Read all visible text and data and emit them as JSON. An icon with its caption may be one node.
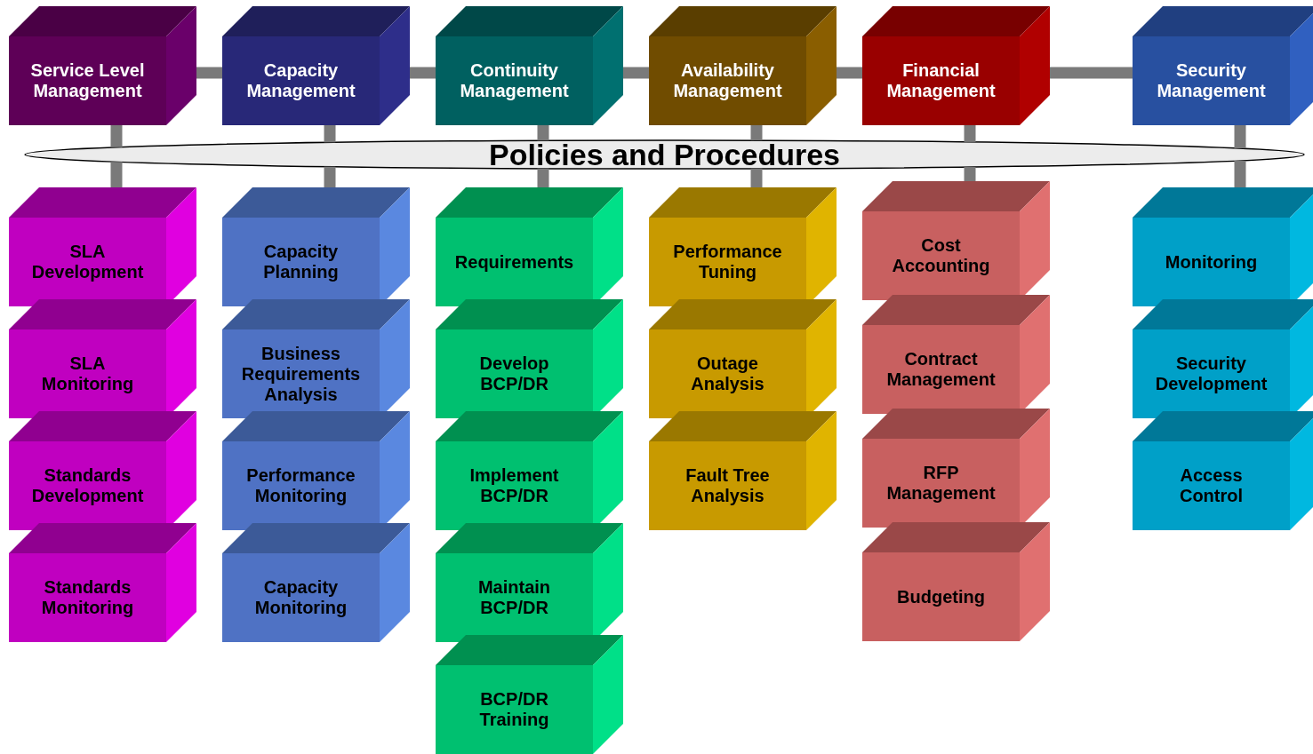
{
  "diagram": {
    "nodes": [
      {
        "text": [
          "Service Level Management"
        ]
      },
      {
        "text": [
          "Capacity Management"
        ]
      },
      {
        "text": [
          "Continuity Management"
        ]
      },
      {
        "text": [
          "Availability Management"
        ]
      },
      {
        "text": [
          "Financial Management"
        ]
      },
      {
        "text": [
          "Security Management"
        ]
      },
      {
        "text": [
          "Policies and Procedures"
        ]
      },
      {
        "text": [
          "SLA Development"
        ]
      },
      {
        "text": [
          "SLA Monitoring"
        ]
      },
      {
        "text": [
          "Standards Development"
        ]
      },
      {
        "text": [
          "Standards Monitoring"
        ]
      },
      {
        "text": [
          "Capacity Planning"
        ]
      },
      {
        "text": [
          "Business Requirements Analysis"
        ]
      },
      {
        "text": [
          "Performance Monitoring"
        ]
      },
      {
        "text": [
          "Capacity Monitoring"
        ]
      },
      {
        "text": [
          "Requirements"
        ]
      },
      {
        "text": [
          "Develop BCP/DR"
        ]
      },
      {
        "text": [
          "Implement BCP/DR"
        ]
      },
      {
        "text": [
          "Maintain BCP/DR"
        ]
      },
      {
        "text": [
          "BCP/DR Training"
        ]
      },
      {
        "text": [
          "Performance Tuning"
        ]
      },
      {
        "text": [
          "Outage Analysis"
        ]
      },
      {
        "text": [
          "Fault Tree Analysis"
        ]
      },
      {
        "text": [
          "Cost Accounting"
        ]
      },
      {
        "text": [
          "Contract Management"
        ]
      },
      {
        "text": [
          "RFP Management"
        ]
      },
      {
        "text": [
          "Budgeting"
        ]
      },
      {
        "text": [
          "Monitoring"
        ]
      },
      {
        "text": [
          "Security Development"
        ]
      },
      {
        "text": [
          "Access Control"
        ]
      }
    ],
    "edges": [
      {
        "from": 0,
        "to": 1,
        "arrow": "none"
      },
      {
        "from": 1,
        "to": 2,
        "arrow": "none"
      },
      {
        "from": 2,
        "to": 3,
        "arrow": "none"
      },
      {
        "from": 3,
        "to": 4,
        "arrow": "none"
      },
      {
        "from": 4,
        "to": 5,
        "arrow": "none"
      },
      {
        "from": 0,
        "to": 6,
        "arrow": "none"
      },
      {
        "from": 1,
        "to": 6,
        "arrow": "none"
      },
      {
        "from": 2,
        "to": 6,
        "arrow": "none"
      },
      {
        "from": 3,
        "to": 6,
        "arrow": "none"
      },
      {
        "from": 4,
        "to": 6,
        "arrow": "none"
      },
      {
        "from": 5,
        "to": 6,
        "arrow": "none"
      },
      {
        "from": 6,
        "to": 7,
        "arrow": "none"
      },
      {
        "from": 6,
        "to": 11,
        "arrow": "none"
      },
      {
        "from": 6,
        "to": 15,
        "arrow": "none"
      },
      {
        "from": 6,
        "to": 20,
        "arrow": "none"
      },
      {
        "from": 6,
        "to": 23,
        "arrow": "none"
      },
      {
        "from": 6,
        "to": 27,
        "arrow": "none"
      }
    ]
  }
}
